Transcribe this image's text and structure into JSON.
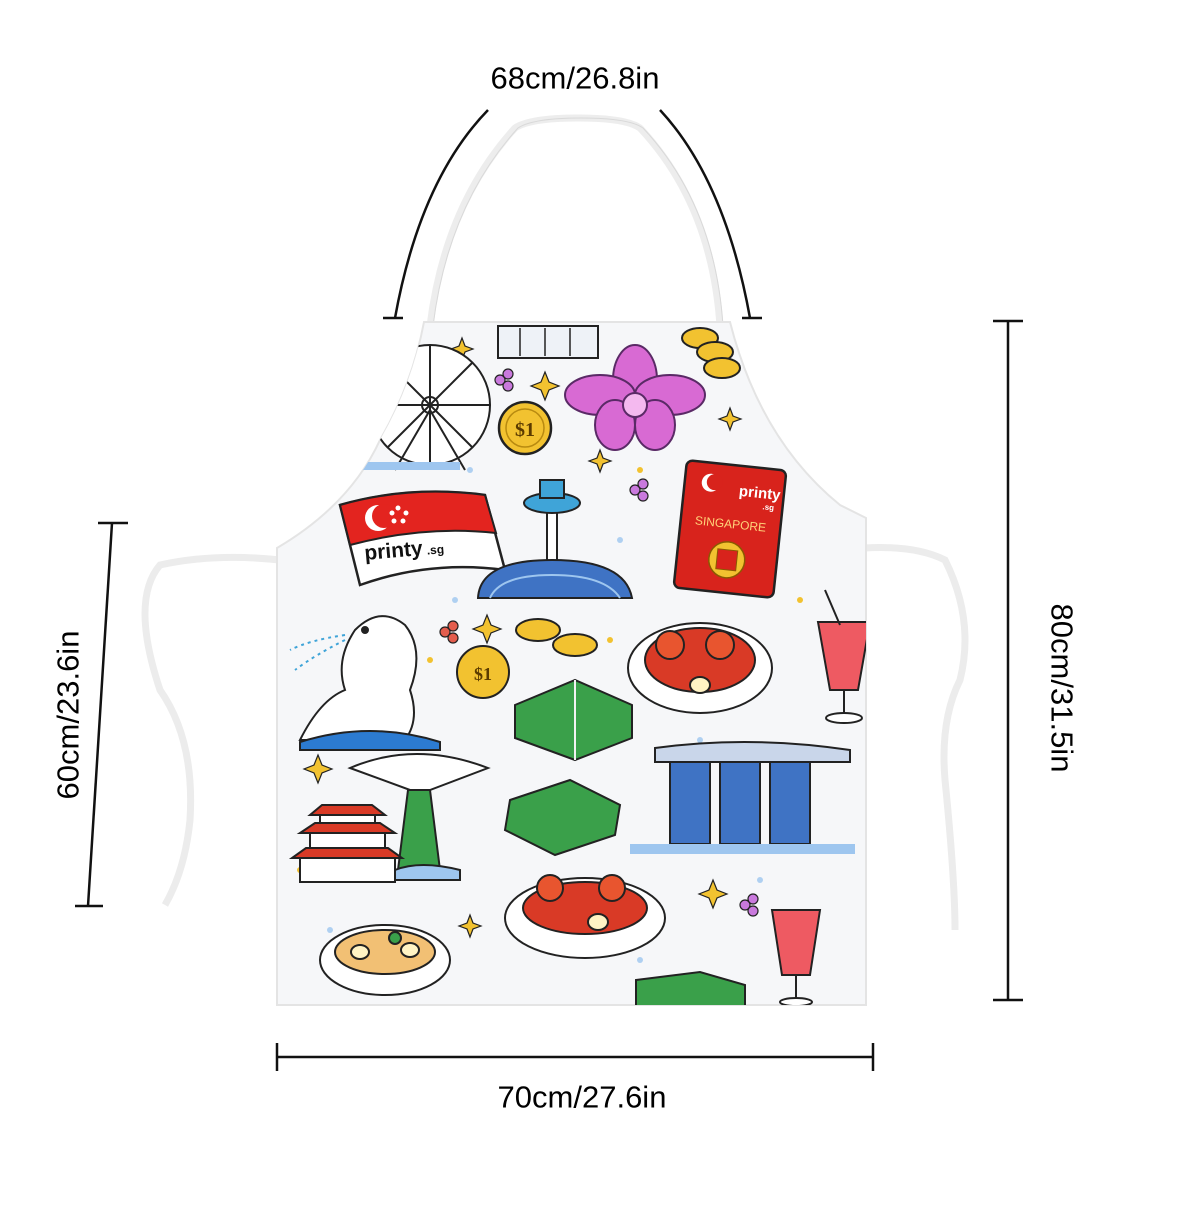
{
  "dimensions": {
    "neck_strap": "68cm/26.8in",
    "bottom_width": "70cm/27.6in",
    "side_height": "60cm/23.6in",
    "total_height": "80cm/31.5in"
  },
  "apron_print": {
    "flag_brand": "printy",
    "flag_brand_suffix": ".sg",
    "passport_brand": "printy",
    "passport_brand_suffix": ".sg",
    "passport_country": "SINGAPORE",
    "coin_label": "$1"
  },
  "colors": {
    "strap": "#f2f2f2",
    "apron_background": "#f6f7f9",
    "flag_red": "#e3241f",
    "orchid": "#d86ad3",
    "coin_gold": "#f2c230",
    "crab_red": "#d93a26",
    "leaf_green": "#3aa04a",
    "sky_blue": "#3f73c4"
  },
  "icons": [
    "singapore-flyer-icon",
    "orchid-icon",
    "coin-icon",
    "flag-icon",
    "changi-tower-icon",
    "passport-icon",
    "merlion-icon",
    "chilli-crab-icon",
    "rice-dumpling-icon",
    "marina-bay-sands-icon",
    "supertree-icon",
    "pagoda-icon",
    "laksa-bowl-icon",
    "sling-cocktail-icon",
    "sparkle-icon"
  ]
}
